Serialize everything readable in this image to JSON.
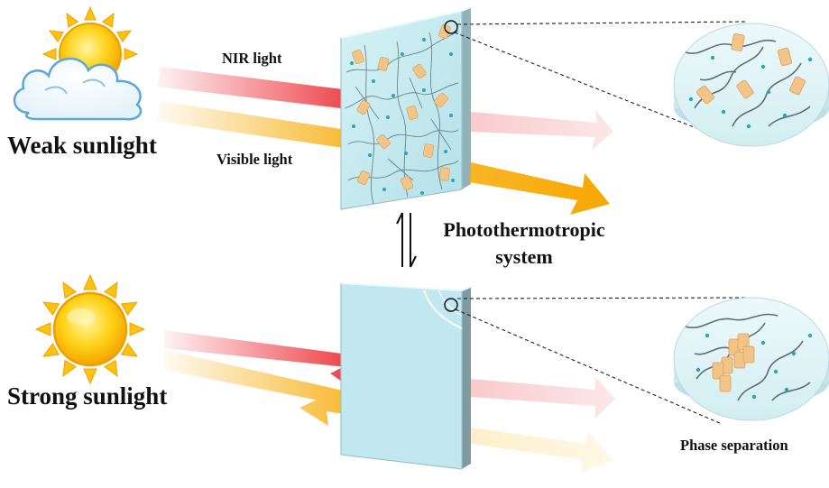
{
  "labels": {
    "weak_sunlight": "Weak sunlight",
    "strong_sunlight": "Strong sunlight",
    "nir_light": "NIR light",
    "visible_light": "Visible light",
    "system_line1": "Photothermotropic",
    "system_line2": "system",
    "phase_separation": "Phase separation"
  },
  "colors": {
    "nir": "#e8141c",
    "visible": "#f7a800",
    "glass": "#bfe8ee",
    "glass_edge": "#8fb3b8",
    "sun": "#ffc20e",
    "network": "#5f6e74",
    "particle": "#2aa6b3",
    "aggregate": "#f2c488"
  },
  "icons": {
    "top_sun": "sun-behind-cloud-icon",
    "bottom_sun": "sun-icon",
    "equilibrium": "equilibrium-arrows-icon",
    "magnifier": "zoom-circle-icon"
  }
}
